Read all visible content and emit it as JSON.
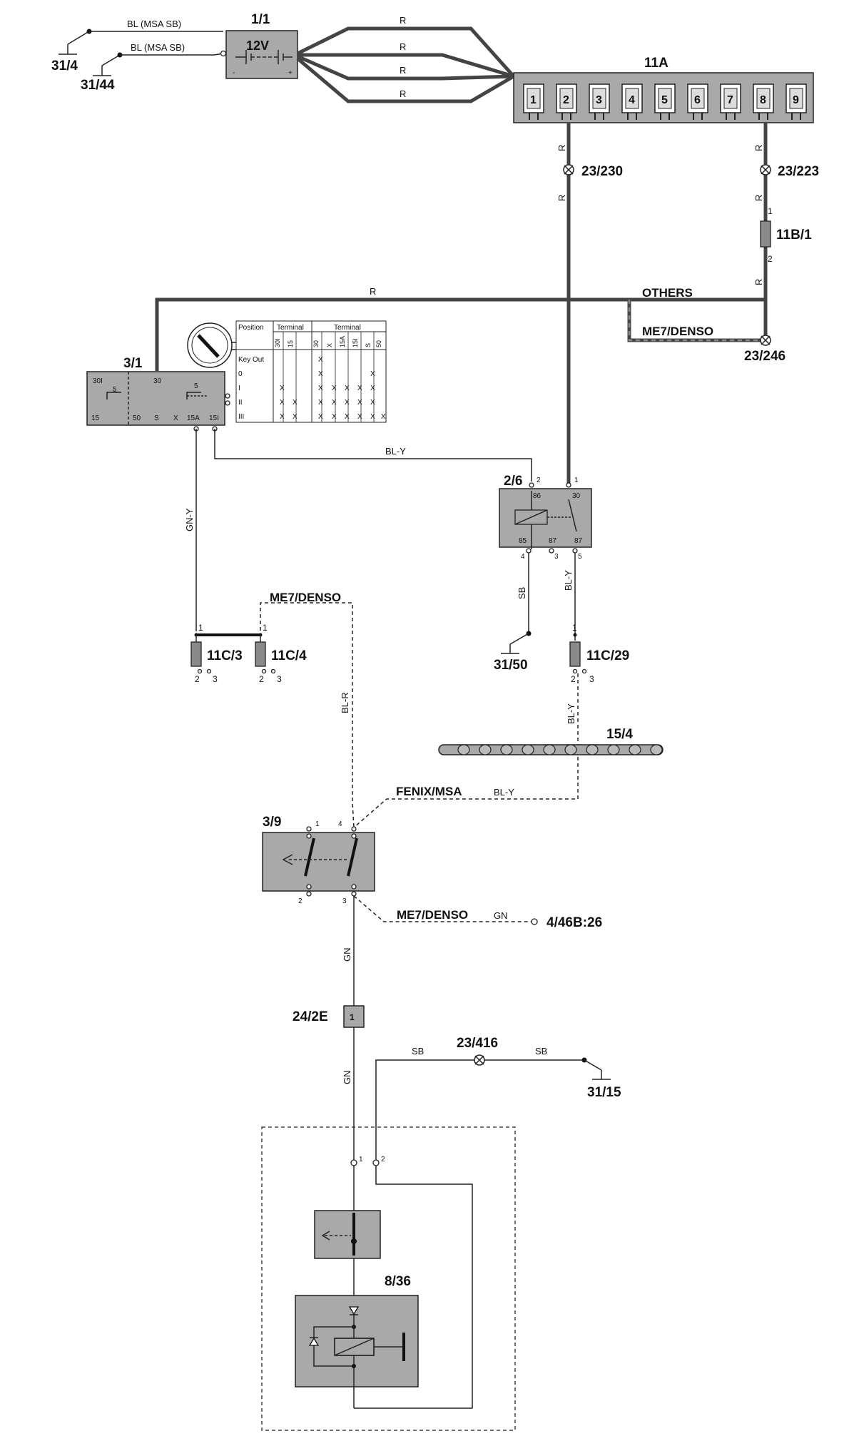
{
  "components": {
    "battery": {
      "id": "1/1",
      "voltage": "12V",
      "minus": "-",
      "plus": "+"
    },
    "fusebox_main": {
      "id": "11A",
      "fuses": [
        "1",
        "2",
        "3",
        "4",
        "5",
        "6",
        "7",
        "8",
        "9"
      ]
    },
    "ignition_switch": {
      "id": "3/1",
      "terminals_top": [
        "30I",
        "5",
        "30"
      ],
      "terminals_bottom": [
        "15",
        "50",
        "S",
        "X",
        "15A",
        "15I"
      ],
      "inner_5": "5",
      "table": {
        "headers": [
          "Position",
          "Terminal",
          "Terminal"
        ],
        "subheaders": [
          "30I",
          "15",
          "30",
          "X",
          "15A",
          "15I",
          "S",
          "50"
        ],
        "rows": [
          "Key Out",
          "0",
          "I",
          "II",
          "III"
        ],
        "marks": {
          "x": "X"
        }
      }
    },
    "relay": {
      "id": "2/6",
      "pins": {
        "p2": "2",
        "p1": "1",
        "p86": "86",
        "p30": "30",
        "p85": "85",
        "p87a": "87",
        "p87": "87",
        "p4": "4",
        "p3": "3",
        "p5": "5"
      }
    },
    "brake_switch": {
      "id": "3/9",
      "pins": [
        "1",
        "4",
        "2",
        "3"
      ]
    },
    "connector": {
      "id": "24/2E",
      "pin": "1"
    },
    "motor_module": {
      "id": "8/36",
      "pins": [
        "1",
        "2"
      ]
    },
    "bus": {
      "id": "15/4"
    }
  },
  "fuses": {
    "f_11C3": {
      "id": "11C/3",
      "top": "1",
      "b2": "2",
      "b3": "3"
    },
    "f_11C4": {
      "id": "11C/4",
      "top": "1",
      "b2": "2",
      "b3": "3"
    },
    "f_11C29": {
      "id": "11C/29",
      "top": "1",
      "b2": "2",
      "b3": "3"
    },
    "f_11B1": {
      "id": "11B/1",
      "top": "1",
      "bottom": "2"
    }
  },
  "grounds": [
    "31/4",
    "31/44",
    "31/50",
    "31/15"
  ],
  "splices": [
    "23/230",
    "23/223",
    "23/246",
    "23/416"
  ],
  "external_ref": "4/46B:26",
  "wire_colors": {
    "bl_msa_sb": "BL (MSA SB)",
    "r": "R",
    "bl_y": "BL-Y",
    "gn_y": "GN-Y",
    "sb": "SB",
    "bl_r": "BL-R",
    "gn": "GN"
  },
  "variant_labels": {
    "others": "OTHERS",
    "me7_denso": "ME7/DENSO",
    "fenix_msa": "FENIX/MSA"
  },
  "colors": {
    "component_fill": "#a9a9a9",
    "wire": "#222222",
    "thick_wire": "#444444"
  }
}
